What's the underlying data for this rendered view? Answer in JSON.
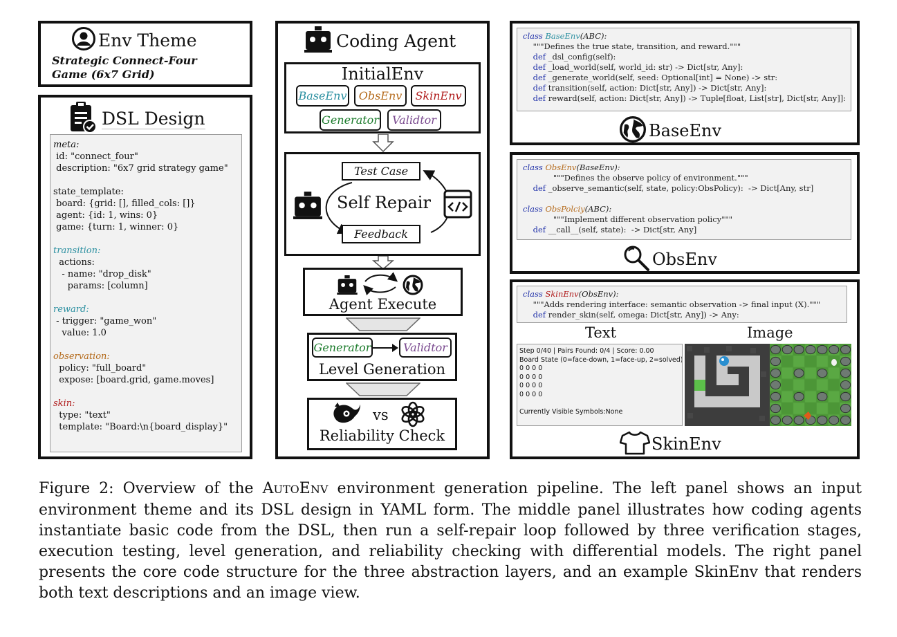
{
  "env_theme": {
    "title": "Env Theme",
    "subtitle_line1": "Strategic Connect-Four",
    "subtitle_line2": "Game (6x7 Grid)"
  },
  "dsl_design": {
    "title": "DSL Design",
    "yaml_lines": [
      {
        "t": "meta:",
        "c": "yk-meta"
      },
      {
        "t": " id: \"connect_four\"",
        "c": ""
      },
      {
        "t": " description: \"6x7 grid strategy game\"",
        "c": ""
      },
      {
        "t": "",
        "c": ""
      },
      {
        "t": "state_template:",
        "c": ""
      },
      {
        "t": " board: {grid: [], filled_cols: []}",
        "c": ""
      },
      {
        "t": " agent: {id: 1, wins: 0}",
        "c": ""
      },
      {
        "t": " game: {turn: 1, winner: 0}",
        "c": ""
      },
      {
        "t": "",
        "c": ""
      },
      {
        "t": "transition:",
        "c": "yk-trans"
      },
      {
        "t": "  actions:",
        "c": ""
      },
      {
        "t": "   - name: \"drop_disk\"",
        "c": ""
      },
      {
        "t": "     params: [column]",
        "c": ""
      },
      {
        "t": "",
        "c": ""
      },
      {
        "t": "reward:",
        "c": "yk-trans"
      },
      {
        "t": " - trigger: \"game_won\"",
        "c": ""
      },
      {
        "t": "   value: 1.0",
        "c": ""
      },
      {
        "t": "",
        "c": ""
      },
      {
        "t": "observation:",
        "c": "yk-obs"
      },
      {
        "t": "  policy: \"full_board\"",
        "c": ""
      },
      {
        "t": "  expose: [board.grid, game.moves]",
        "c": ""
      },
      {
        "t": "",
        "c": ""
      },
      {
        "t": "skin:",
        "c": "yk-skin"
      },
      {
        "t": "  type: \"text\"",
        "c": ""
      },
      {
        "t": "  template: \"Board:\\n{board_display}\"",
        "c": ""
      }
    ]
  },
  "coding_agent": {
    "title": "Coding Agent",
    "initial_env": "InitialEnv",
    "chips": {
      "base": "BaseEnv",
      "obs": "ObsEnv",
      "skin": "SkinEnv",
      "generator": "Generator",
      "validtor": "Validtor"
    },
    "self_repair": "Self Repair",
    "test_case": "Test Case",
    "feedback": "Feedback",
    "agent_execute": "Agent Execute",
    "level_gen_generator": "Generator",
    "level_gen_validtor": "Validtor",
    "level_generation": "Level Generation",
    "vs": "vs",
    "reliability_check": "Reliability Check"
  },
  "colors": {
    "teal": "#2a8fa0",
    "orange": "#b46a1b",
    "red": "#b01c1c",
    "green": "#1a7a2a",
    "purple": "#7a4a8f",
    "code_keyword": "#1e2fa8"
  },
  "base_env": {
    "label": "BaseEnv",
    "code": [
      [
        {
          "t": "class ",
          "c": "kw"
        },
        {
          "t": "BaseEnv",
          "c": "cls-base"
        },
        {
          "t": "(ABC):",
          "c": "plain-i"
        }
      ],
      [
        {
          "t": "    \"\"\"Defines the true state, transition, and reward.\"\"\"",
          "c": ""
        }
      ],
      [
        {
          "t": "    def ",
          "c": "kw2"
        },
        {
          "t": "_dsl_config(self):",
          "c": ""
        }
      ],
      [
        {
          "t": "    def ",
          "c": "kw2"
        },
        {
          "t": "_load_world(self, world_id: str) -> Dict[str, Any]:",
          "c": ""
        }
      ],
      [
        {
          "t": "    def ",
          "c": "kw2"
        },
        {
          "t": "_generate_world(self, seed: Optional[int] = None) -> str:",
          "c": ""
        }
      ],
      [
        {
          "t": "    def ",
          "c": "kw2"
        },
        {
          "t": "transition(self, action: Dict[str, Any]) -> Dict[str, Any]:",
          "c": ""
        }
      ],
      [
        {
          "t": "    def ",
          "c": "kw2"
        },
        {
          "t": "reward(self, action: Dict[str, Any]) -> Tuple[float, List[str], Dict[str, Any]]:",
          "c": ""
        }
      ]
    ]
  },
  "obs_env": {
    "label": "ObsEnv",
    "code": [
      [
        {
          "t": "class ",
          "c": "kw"
        },
        {
          "t": "ObsEnv",
          "c": "cls-obs"
        },
        {
          "t": "(BaseEnv):",
          "c": "plain-i"
        }
      ],
      [
        {
          "t": "            \"\"\"Defines the observe policy of environment.\"\"\"",
          "c": ""
        }
      ],
      [
        {
          "t": "    def ",
          "c": "kw2"
        },
        {
          "t": "_observe_semantic(self, state, policy:ObsPolicy):  -> Dict[Any, str]",
          "c": ""
        }
      ],
      [
        {
          "t": "",
          "c": ""
        }
      ],
      [
        {
          "t": "class ",
          "c": "kw"
        },
        {
          "t": "ObsPolciy",
          "c": "cls-obs"
        },
        {
          "t": "(ABC):",
          "c": "plain-i"
        }
      ],
      [
        {
          "t": "            \"\"\"Implement different observation policy\"\"\"",
          "c": ""
        }
      ],
      [
        {
          "t": "    def ",
          "c": "kw2"
        },
        {
          "t": "__call__(self, state):  -> Dict[str, Any]",
          "c": ""
        }
      ]
    ]
  },
  "skin_env": {
    "label": "SkinEnv",
    "code": [
      [
        {
          "t": "class ",
          "c": "kw"
        },
        {
          "t": "SkinEnv",
          "c": "cls-skin"
        },
        {
          "t": "(ObsEnv):",
          "c": "plain-i"
        }
      ],
      [
        {
          "t": "    \"\"\"Adds rendering interface: semantic observation -> final input (X).\"\"\"",
          "c": ""
        }
      ],
      [
        {
          "t": "    def ",
          "c": "kw2"
        },
        {
          "t": "render_skin(self, omega: Dict[str, Any]) -> Any:",
          "c": ""
        }
      ]
    ],
    "text_label": "Text",
    "image_label": "Image",
    "text_view": [
      "Step 0/40 | Pairs Found: 0/4 | Score: 0.00",
      "Board State (0=face-down, 1=face-up, 2=solved):",
      "0 0 0 0",
      "0 0 0 0",
      "0 0 0 0",
      "0 0 0 0",
      "",
      "Currently Visible Symbols:None"
    ]
  },
  "caption": {
    "prefix": "Figure 2: Overview of the ",
    "name_a": "A",
    "name_b": "UTO",
    "name_c": "E",
    "name_d": "NV",
    "text": " environment generation pipeline. The left panel shows an input environment theme and its DSL design in YAML form. The middle panel illustrates how coding agents instantiate basic code from the DSL, then run a self-repair loop followed by three verification stages, execution testing, level generation, and reliability checking with differential models. The right panel presents the core code structure for the three abstraction layers, and an example SkinEnv that renders both text descriptions and an image view."
  }
}
